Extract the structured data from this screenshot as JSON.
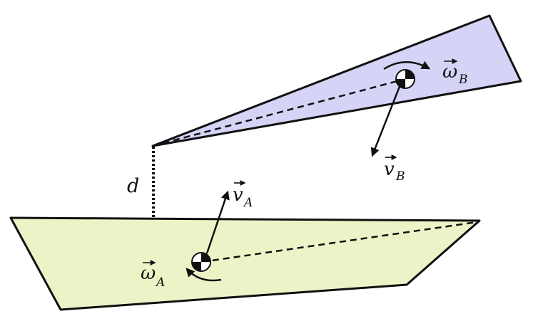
{
  "colors": {
    "body_a_fill": "#ecf3c6",
    "body_b_fill": "#d5d3f6",
    "stroke": "#111111",
    "background": "#ffffff"
  },
  "labels": {
    "distance": "d",
    "velocity_a_base": "v",
    "velocity_a_sub": "A",
    "omega_a_base": "ω",
    "omega_a_sub": "A",
    "velocity_b_base": "v",
    "velocity_b_sub": "B",
    "omega_b_base": "ω",
    "omega_b_sub": "B"
  },
  "icons": {
    "center_of_mass": "center-of-mass-icon",
    "rotation_arrow": "rotation-arrow-icon"
  }
}
